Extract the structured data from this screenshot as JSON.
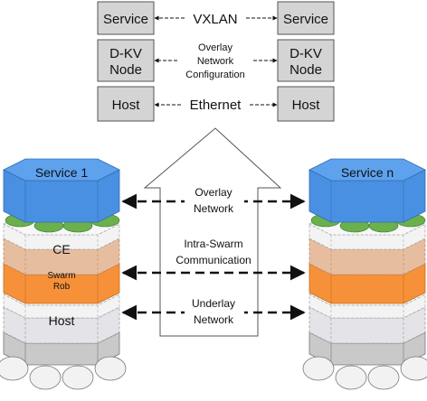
{
  "stack_table": {
    "rows": [
      {
        "left": "Service",
        "middle": "VXLAN",
        "right": "Service"
      },
      {
        "left_line1": "D-KV",
        "left_line2": "Node",
        "middle_line1": "Overlay",
        "middle_line2": "Network",
        "middle_line3": "Configuration",
        "right_line1": "D-KV",
        "right_line2": "Node"
      },
      {
        "left": "Host",
        "middle": "Ethernet",
        "right": "Host"
      }
    ]
  },
  "left_node": {
    "service": "Service 1",
    "ce": "CE",
    "swarm_line1": "Swarm",
    "swarm_line2": "Rob",
    "host": "Host"
  },
  "right_node": {
    "service": "Service n"
  },
  "links": {
    "overlay_line1": "Overlay",
    "overlay_line2": "Network",
    "comm_line1": "Intra-Swarm",
    "comm_line2": "Communication",
    "underlay_line1": "Underlay",
    "underlay_line2": "Network"
  },
  "colors": {
    "service": "#4a90e2",
    "service_top": "#5ea2ee",
    "green": "#6ab04c",
    "ce": "#e7bda0",
    "swarm": "#f6913a",
    "host": "#e4e4e8",
    "gray_box": "#d4d4d4"
  }
}
